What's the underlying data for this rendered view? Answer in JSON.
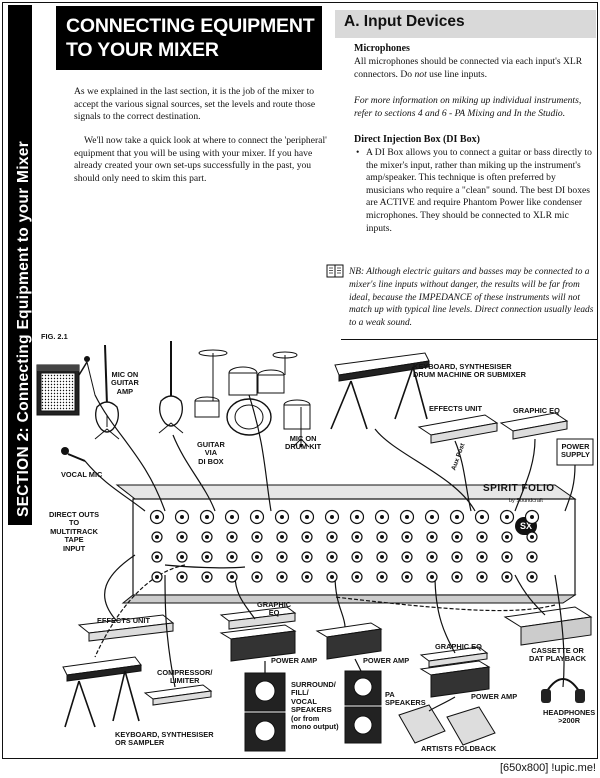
{
  "sidebar": {
    "text": "SECTION 2:  Connecting Equipment to your Mixer"
  },
  "header": {
    "title_line1": "CONNECTING EQUIPMENT",
    "title_line2": "TO YOUR MIXER"
  },
  "intro": {
    "p1": "As we explained in the last section, it is the job of the mixer to accept the various signal sources, set the levels and route those signals to the correct destination.",
    "p2": "We'll now take a quick look at where to connect the 'peripheral' equipment that you will be using with your mixer. If you have already created your own set-ups successfully in the past, you should only need to skim this part."
  },
  "section_a": {
    "title": "A. Input Devices",
    "microphones_heading": "Microphones",
    "microphones_text_1": "All microphones should be connected via each input's XLR connectors. Do ",
    "microphones_text_not": "not",
    "microphones_text_2": " use line inputs.",
    "microphones_more": "For more information on miking up individual instruments, refer to sections 4 and 6 - PA Mixing and In the Studio.",
    "di_heading": "Direct Injection Box (DI Box)",
    "di_bullet": "•",
    "di_text": "A DI Box allows you to connect a guitar or bass directly to the mixer's input, rather than miking up the instrument's amp/speaker. This technique is often preferred by musicians who require a \"clean\" sound.          The best DI boxes are ACTIVE and require Phantom Power like condenser microphones. They should be connected to XLR mic inputs.",
    "nb_text": "NB: Although electric guitars and basses may be connected to a mixer's line inputs without danger, the results will be far from ideal, because the IMPEDANCE of these instruments will not match up with typical line levels. Direct connection usually leads to a weak sound."
  },
  "figure": {
    "fig_label": "FIG. 2.1",
    "labels": {
      "mic_on_guitar_amp": "MIC ON\nGUITAR\nAMP",
      "guitar_via_di": "GUITAR\nVIA\nDI BOX",
      "mic_on_drum_kit": "MIC ON\nDRUM KIT",
      "vocal_mic": "VOCAL MIC",
      "keyboard_top": "KEYBOARD, SYNTHESISER\nDRUM MACHINE OR SUBMIXER",
      "effects_unit_top": "EFFECTS UNIT",
      "graphic_eq_top": "GRAPHIC EQ",
      "power_supply": "POWER\nSUPPLY",
      "aux_post": "Aux Post",
      "direct_outs": "DIRECT OUTS\nTO\nMULTITRACK\nTAPE\nINPUT",
      "effects_unit_bottom": "EFFECTS UNIT",
      "compressor": "COMPRESSOR/\nLIMITER",
      "keyboard_bottom": "KEYBOARD, SYNTHESISER\nOR SAMPLER",
      "graphic_eq_mid": "GRAPHIC\nEQ",
      "power_amp_1": "POWER AMP",
      "power_amp_2": "POWER AMP",
      "surround": "SURROUND/\nFILL/\nVOCAL\nSPEAKERS\n(or from\nmono output)",
      "pa_speakers": "PA\nSPEAKERS",
      "graphic_eq_right": "GRAPHIC EQ",
      "power_amp_3": "POWER AMP",
      "cassette": "CASSETTE OR\nDAT PLAYBACK",
      "headphones": "HEADPHONES\n>200R",
      "artists_foldback": "ARTISTS FOLDBACK",
      "brand": "SPIRIT FOLIO",
      "brand_sub": "by Soundcraft",
      "sx": "SX"
    }
  },
  "footer": {
    "text": "[650x800] !upic.me!"
  }
}
